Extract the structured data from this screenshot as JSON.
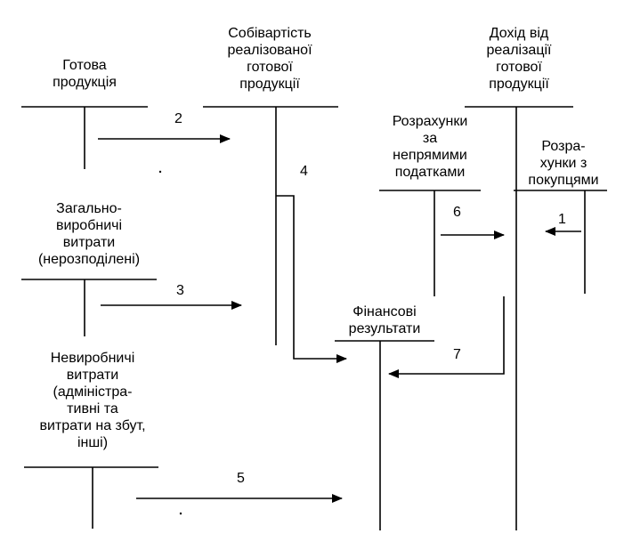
{
  "accounts": {
    "finished_goods": {
      "line1": "Готова",
      "line2": "продукція"
    },
    "cost_of_sales": {
      "line1": "Собівартість",
      "line2": "реалізованої",
      "line3": "готової",
      "line4": "продукції"
    },
    "sales_revenue": {
      "line1": "Дохід від",
      "line2": "реалізації",
      "line3": "готової",
      "line4": "продукції"
    },
    "indirect_taxes": {
      "line1": "Розрахунки",
      "line2": "за",
      "line3": "непрямими",
      "line4": "податками"
    },
    "customers": {
      "line1": "Розра-",
      "line2": "хунки з",
      "line3": "покупцями"
    },
    "overhead": {
      "line1": "Загально-",
      "line2": "виробничі",
      "line3": "витрати",
      "line4": "(нерозподілені)"
    },
    "financial_results": {
      "line1": "Фінансові",
      "line2": "результати"
    },
    "nonproduction": {
      "line1": "Невиробничі",
      "line2": "витрати",
      "line3": "(адміністра-",
      "line4": "тивні та",
      "line5": "витрати на збут,",
      "line6": "інші)"
    }
  },
  "flows": {
    "n1": "1",
    "n2": "2",
    "n3": "3",
    "n4": "4",
    "n5": "5",
    "n6": "6",
    "n7": "7"
  }
}
